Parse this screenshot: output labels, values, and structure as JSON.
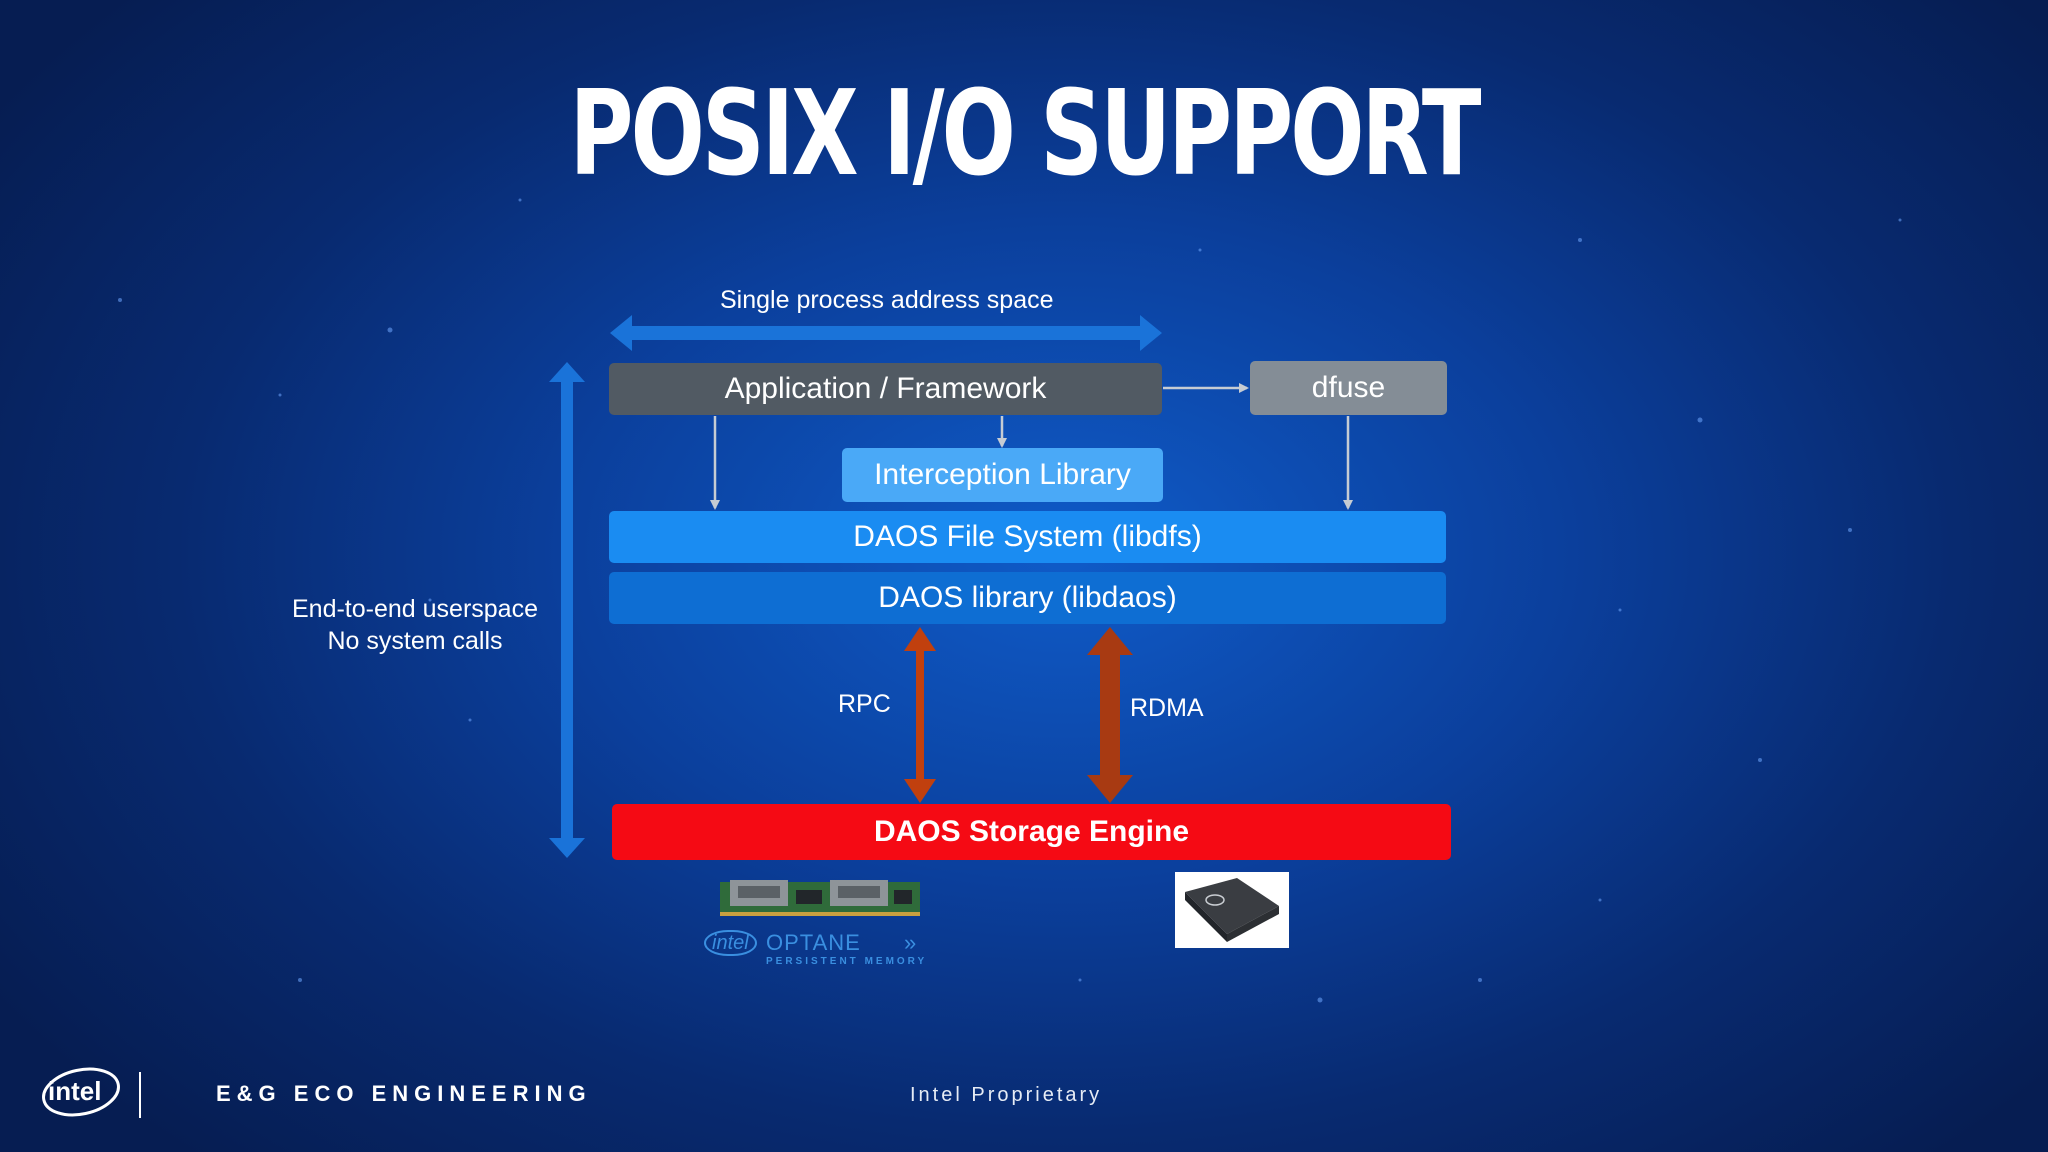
{
  "slide": {
    "title": "POSIX I/O SUPPORT"
  },
  "diagram": {
    "top_arrow_label": "Single process address space",
    "side_label_line1": "End-to-end userspace",
    "side_label_line2": "No system calls",
    "boxes": {
      "application": "Application / Framework",
      "dfuse": "dfuse",
      "interception": "Interception Library",
      "libdfs": "DAOS File System (libdfs)",
      "libdaos": "DAOS library (libdaos)",
      "storage_engine": "DAOS Storage Engine"
    },
    "links": {
      "rpc": "RPC",
      "rdma": "RDMA"
    },
    "media": {
      "optane_brand": "intel",
      "optane_name": "OPTANE",
      "optane_sub": "PERSISTENT MEMORY"
    }
  },
  "footer": {
    "logo_text": "intel",
    "department": "E&G ECO ENGINEERING",
    "classification": "Intel Proprietary"
  },
  "colors": {
    "background": "#0b3f9c",
    "app_box": "#515a63",
    "dfuse_box": "#848d96",
    "interception_box": "#4aa9f7",
    "libdfs_box": "#1a8cf2",
    "libdaos_box": "#0e6ed3",
    "storage_engine_box": "#f50a14",
    "blue_arrow": "#1a73d9",
    "red_arrow": "#c1400e"
  }
}
